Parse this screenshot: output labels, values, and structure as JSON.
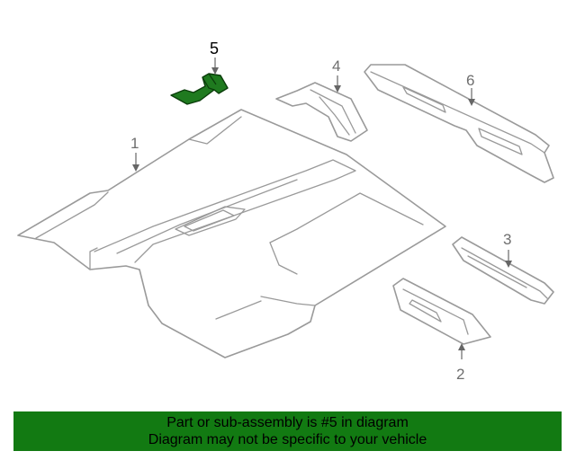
{
  "diagram": {
    "callouts": [
      {
        "id": "1",
        "label": "1"
      },
      {
        "id": "2",
        "label": "2"
      },
      {
        "id": "3",
        "label": "3"
      },
      {
        "id": "4",
        "label": "4"
      },
      {
        "id": "5",
        "label": "5"
      },
      {
        "id": "6",
        "label": "6"
      }
    ],
    "highlighted_part": "5",
    "colors": {
      "highlight": "#1f7a1f",
      "banner": "#127a12",
      "outline": "#9a9a9a"
    }
  },
  "banner": {
    "line1": "Part or sub-assembly is #5 in diagram",
    "line2": "Diagram may not be specific to your vehicle"
  }
}
